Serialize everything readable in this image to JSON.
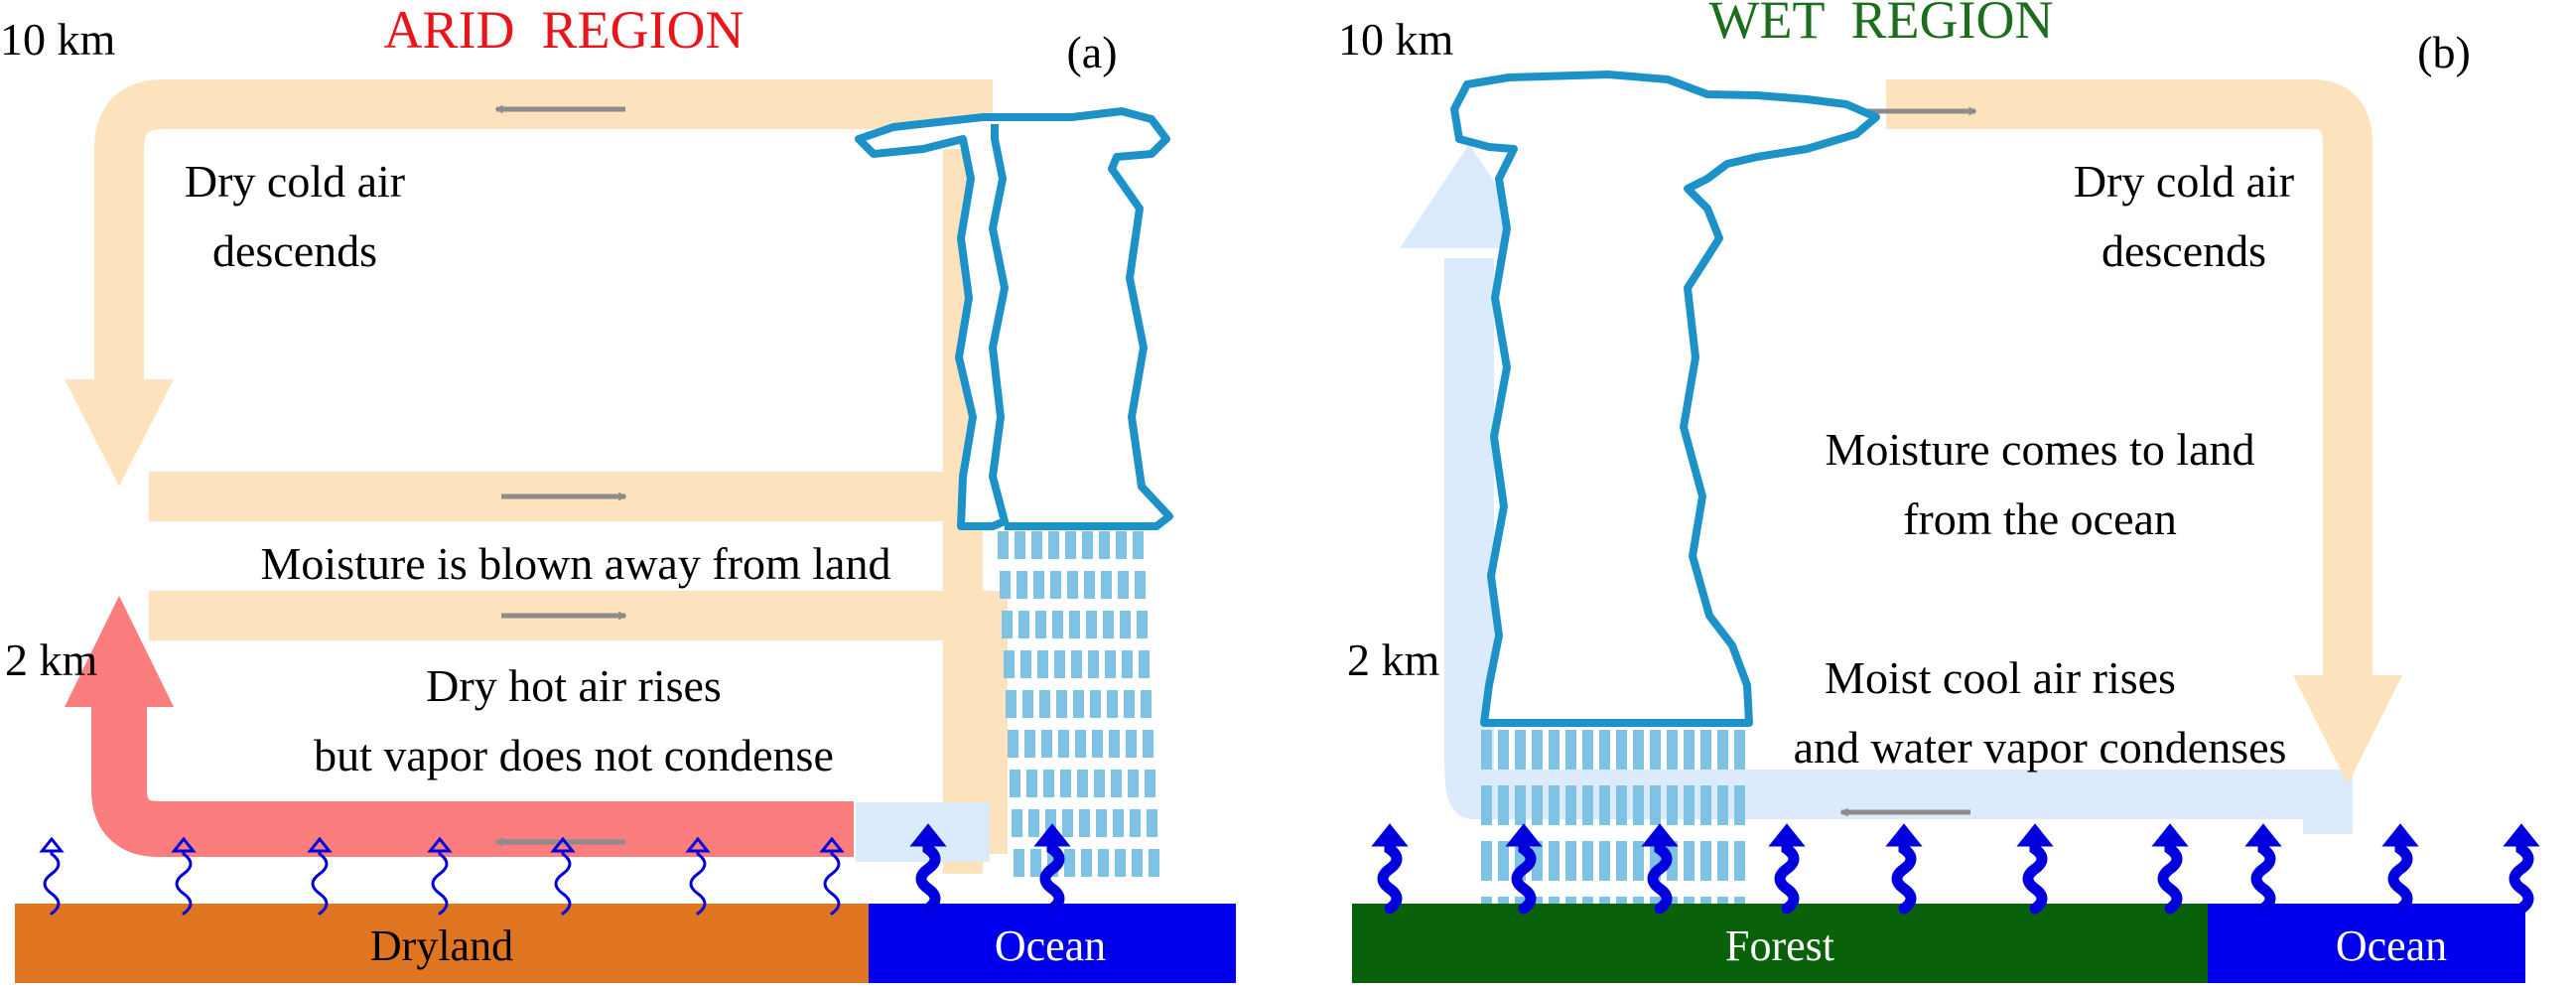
{
  "panel_a": {
    "title": "ARID  REGION",
    "tag": "(a)",
    "alt_top": "10 km",
    "alt_low": "2 km",
    "labels": {
      "dry_cold_1": "Dry cold air",
      "dry_cold_2": "descends",
      "moisture": "Moisture is blown away from land",
      "hot_1": "Dry hot air rises",
      "hot_2": "but vapor does not condense"
    },
    "ground": {
      "land": "Dryland",
      "sea": "Ocean"
    }
  },
  "panel_b": {
    "title": "WET  REGION",
    "tag": "(b)",
    "alt_top": "10 km",
    "alt_low": "2 km",
    "labels": {
      "dry_cold_1": "Dry cold air",
      "dry_cold_2": "descends",
      "moisture_1": "Moisture comes to land",
      "moisture_2": "from the ocean",
      "moist_1": "Moist cool air rises",
      "moist_2": "and water vapor condenses"
    },
    "ground": {
      "land": "Forest",
      "sea": "Ocean"
    }
  },
  "colors": {
    "arid_title": "#e8151b",
    "wet_title": "#1b6e1b",
    "dryland": "#e07521",
    "ocean": "#0000ee",
    "forest": "#096109",
    "cold_flow": "#fde3bd",
    "warm_flow": "#fb7d7d",
    "moist_flow": "#dcebfc",
    "cloud_outline": "#1d92c8",
    "rain": "#7ec3e4",
    "vapor": "#0000dd",
    "wind_arrow": "#8c8c8c"
  }
}
